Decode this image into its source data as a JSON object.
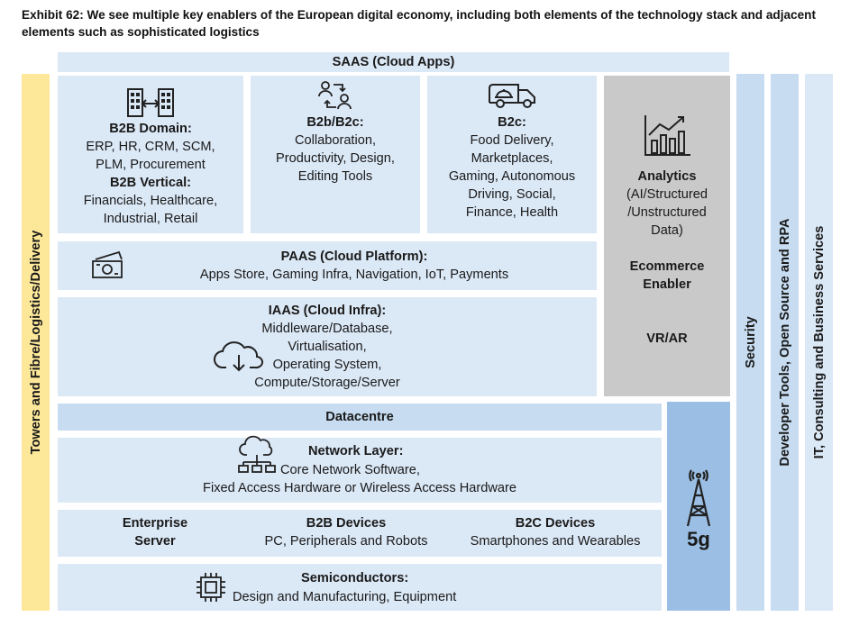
{
  "title": "Exhibit 62: We see multiple key enablers of the European digital economy, including both elements of the technology stack and adjacent elements such as sophisticated logistics",
  "saas": "SAAS (Cloud Apps)",
  "left_band": "Towers and Fibre/Logistics/Delivery",
  "b2b": {
    "heading": "B2B Domain:",
    "lines": [
      "ERP, HR, CRM, SCM,",
      "PLM, Procurement"
    ],
    "vertical_heading": "B2B Vertical:",
    "vertical_lines": [
      "Financials, Healthcare,",
      "Industrial, Retail"
    ],
    "icon": "buildings-icon"
  },
  "b2b_b2c": {
    "heading": "B2b/B2c:",
    "lines": [
      "Collaboration,",
      "Productivity, Design,",
      "Editing Tools"
    ],
    "icon": "people-exchange-icon"
  },
  "b2c": {
    "heading": "B2c:",
    "lines": [
      "Food Delivery,",
      "Marketplaces,",
      "Gaming, Autonomous",
      "Driving, Social,",
      "Finance, Health"
    ],
    "icon": "delivery-van-icon"
  },
  "analytics": {
    "heading": "Analytics",
    "lines": [
      "(AI/Structured",
      "/Unstructured",
      "Data)"
    ],
    "ecommerce": [
      "Ecommerce",
      "Enabler"
    ],
    "vrar": "VR/AR",
    "icon": "bar-chart-icon"
  },
  "paas": {
    "heading": "PAAS (Cloud Platform):",
    "line": "Apps Store, Gaming Infra, Navigation, IoT, Payments",
    "icon": "money-card-icon"
  },
  "iaas": {
    "heading": "IAAS (Cloud Infra):",
    "lines": [
      "Middleware/Database,",
      "Virtualisation,",
      "Operating System,",
      "Compute/Storage/Server"
    ],
    "icon": "cloud-download-icon"
  },
  "security": "Security",
  "devtools": "Developer Tools, Open Source and RPA",
  "consulting": "IT, Consulting and Business Services",
  "datacentre": "Datacentre",
  "network": {
    "heading": "Network Layer:",
    "lines": [
      "Core Network Software,",
      "Fixed Access Hardware or Wireless Access Hardware"
    ],
    "icon": "network-cloud-icon"
  },
  "fiveg": {
    "label": "5g",
    "icon": "antenna-tower-icon"
  },
  "devices": {
    "enterprise": [
      "Enterprise",
      "Server"
    ],
    "b2b_heading": "B2B Devices",
    "b2b_line": "PC, Peripherals and Robots",
    "b2c_heading": "B2C Devices",
    "b2c_line": "Smartphones and Wearables"
  },
  "semis": {
    "heading": "Semiconductors:",
    "line": "Design and Manufacturing, Equipment",
    "icon": "chip-icon"
  },
  "colors": {
    "light_blue": "#dbe8f6",
    "mid_blue": "#c7dcf1",
    "grey": "#c9c9c9",
    "yellow": "#fde89a",
    "fiveg_blue": "#9bbfe4"
  }
}
